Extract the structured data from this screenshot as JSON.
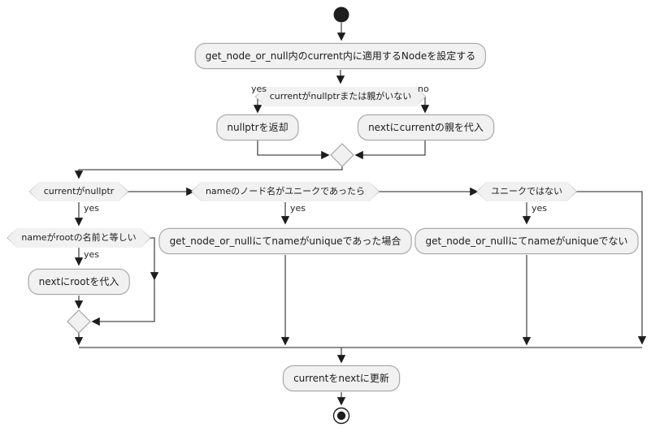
{
  "diagram": {
    "kind": "activity-flowchart",
    "colors": {
      "node_fill": "#f1f1f1",
      "node_border": "#a6a6a6",
      "edge_line": "#4a4a4a",
      "arrowhead": "#1d1d1d",
      "text": "#1c1c1c",
      "background": "#ffffff"
    }
  },
  "nodes": {
    "set_node": "get_node_or_null内のcurrent内に適用するNodeを設定する",
    "cond_null_or_no_parent": "currentがnullptrまたは親がいない",
    "return_nullptr": "nullptrを返却",
    "assign_parent": "nextにcurrentの親を代入",
    "cond_current_nullptr": "currentがnullptr",
    "cond_name_unique": "nameのノード名がユニークであったら",
    "cond_not_unique": "ユニークではない",
    "cond_name_equals_root": "nameがrootの名前と等しい",
    "assign_root": "nextにrootを代入",
    "case_unique": "get_node_or_nullにてnameがuniqueであった場合",
    "case_not_unique": "get_node_or_nullにてnameがuniqueでない",
    "update_current": "currentをnextに更新"
  },
  "branch_labels": {
    "cond1_yes": "yes",
    "cond1_no": "no",
    "current_nullptr_yes": "yes",
    "name_unique_yes": "yes",
    "not_unique_yes": "yes",
    "name_equals_root_yes": "yes"
  }
}
